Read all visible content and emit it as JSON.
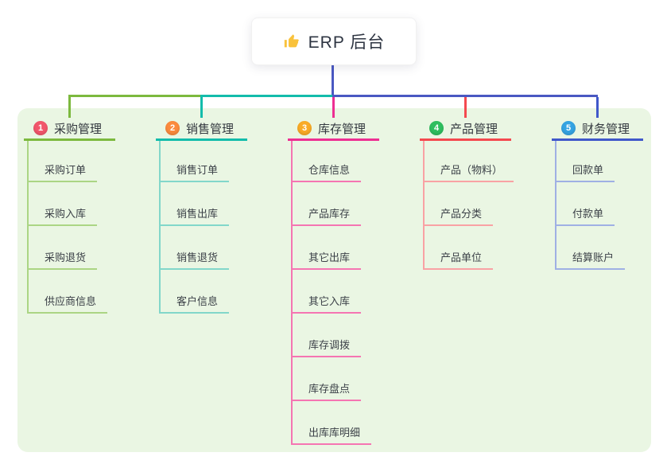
{
  "root": {
    "title": "ERP 后台",
    "icon": "thumbs-up-icon",
    "icon_color": "#f9c23c"
  },
  "canvas": {
    "panel_background": "#eaf6e3",
    "root_connector_color": "#4a58c2"
  },
  "branches": [
    {
      "number": "1",
      "label": "采购管理",
      "line_color": "#7cb93e",
      "child_line_color": "#abd584",
      "badge_color": "#f1566b",
      "children": [
        "采购订单",
        "采购入库",
        "采购退货",
        "供应商信息"
      ]
    },
    {
      "number": "2",
      "label": "销售管理",
      "line_color": "#13bcab",
      "child_line_color": "#82d7ca",
      "badge_color": "#fb8a3d",
      "children": [
        "销售订单",
        "销售出库",
        "销售退货",
        "客户信息"
      ]
    },
    {
      "number": "3",
      "label": "库存管理",
      "line_color": "#ed2f92",
      "child_line_color": "#f575b2",
      "badge_color": "#f9ab26",
      "children": [
        "仓库信息",
        "产品库存",
        "其它出库",
        "其它入库",
        "库存调拨",
        "库存盘点",
        "出库库明细"
      ]
    },
    {
      "number": "4",
      "label": "产品管理",
      "line_color": "#f4494f",
      "child_line_color": "#f9a2a4",
      "badge_color": "#2fbe5f",
      "children": [
        "产品（物料）",
        "产品分类",
        "产品单位"
      ]
    },
    {
      "number": "5",
      "label": "财务管理",
      "line_color": "#4058ca",
      "child_line_color": "#9fb0e4",
      "badge_color": "#35a3e2",
      "children": [
        "回款单",
        "付款单",
        "结算账户"
      ]
    }
  ]
}
